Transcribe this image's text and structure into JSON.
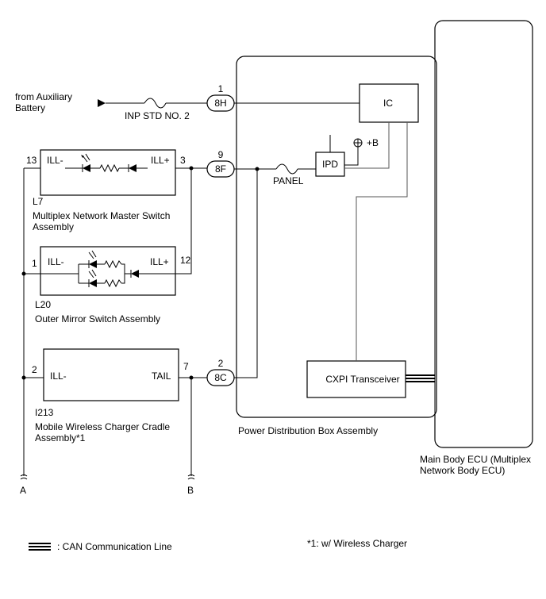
{
  "source": {
    "label_line1": "from Auxiliary",
    "label_line2": "Battery"
  },
  "fuses": {
    "inp_std": "INP STD NO. 2",
    "panel": "PANEL"
  },
  "connectors": {
    "c8h": {
      "id": "8H",
      "pin": "1"
    },
    "c8f": {
      "id": "8F",
      "pin": "9"
    },
    "c8c": {
      "id": "8C",
      "pin": "2"
    }
  },
  "pdb": {
    "title": "Power Distribution Box Assembly",
    "ic": "IC",
    "ipd": "IPD",
    "plus_b": "+B",
    "cxpi": "CXPI Transceiver"
  },
  "ecu": {
    "title_line1": "Main Body ECU (Multiplex",
    "title_line2": "Network Body ECU)"
  },
  "l7": {
    "code": "L7",
    "name_line1": "Multiplex Network Master Switch",
    "name_line2": "Assembly",
    "pin_left": "13",
    "pin_right": "3",
    "label_left": "ILL-",
    "label_right": "ILL+"
  },
  "l20": {
    "code": "L20",
    "name": "Outer Mirror Switch Assembly",
    "pin_left": "1",
    "pin_right": "12",
    "label_left": "ILL-",
    "label_right": "ILL+"
  },
  "i213": {
    "code": "I213",
    "name_line1": "Mobile Wireless Charger Cradle",
    "name_line2": "Assembly*1",
    "pin_left": "2",
    "pin_right": "7",
    "label_left": "ILL-",
    "label_right": "TAIL"
  },
  "ground_points": {
    "a": "A",
    "b": "B"
  },
  "legend": {
    "can_line": ": CAN Communication Line"
  },
  "footnote": "*1: w/ Wireless Charger"
}
